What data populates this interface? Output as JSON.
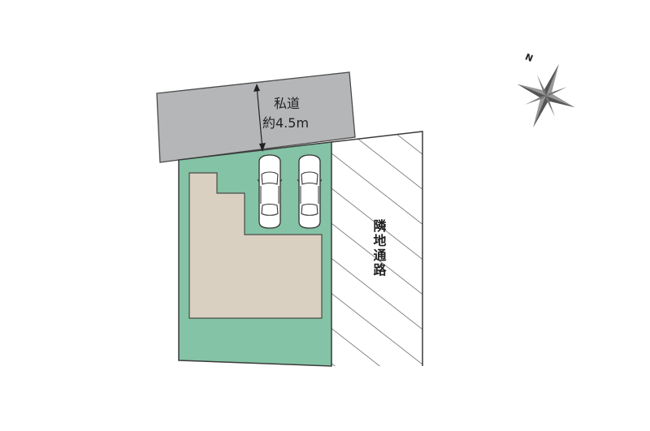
{
  "road": {
    "label": "私道",
    "width": "約4.5m"
  },
  "neighbor_path": {
    "label": "隣地通路"
  },
  "compass": {
    "north_label": "N"
  },
  "colors": {
    "road": "#b5b6b8",
    "lot": "#84c3a5",
    "building": "#d9d0c1",
    "outline": "#3b3b3b",
    "hatch": "#4a4a4a"
  },
  "parking": {
    "car_count": 2
  }
}
